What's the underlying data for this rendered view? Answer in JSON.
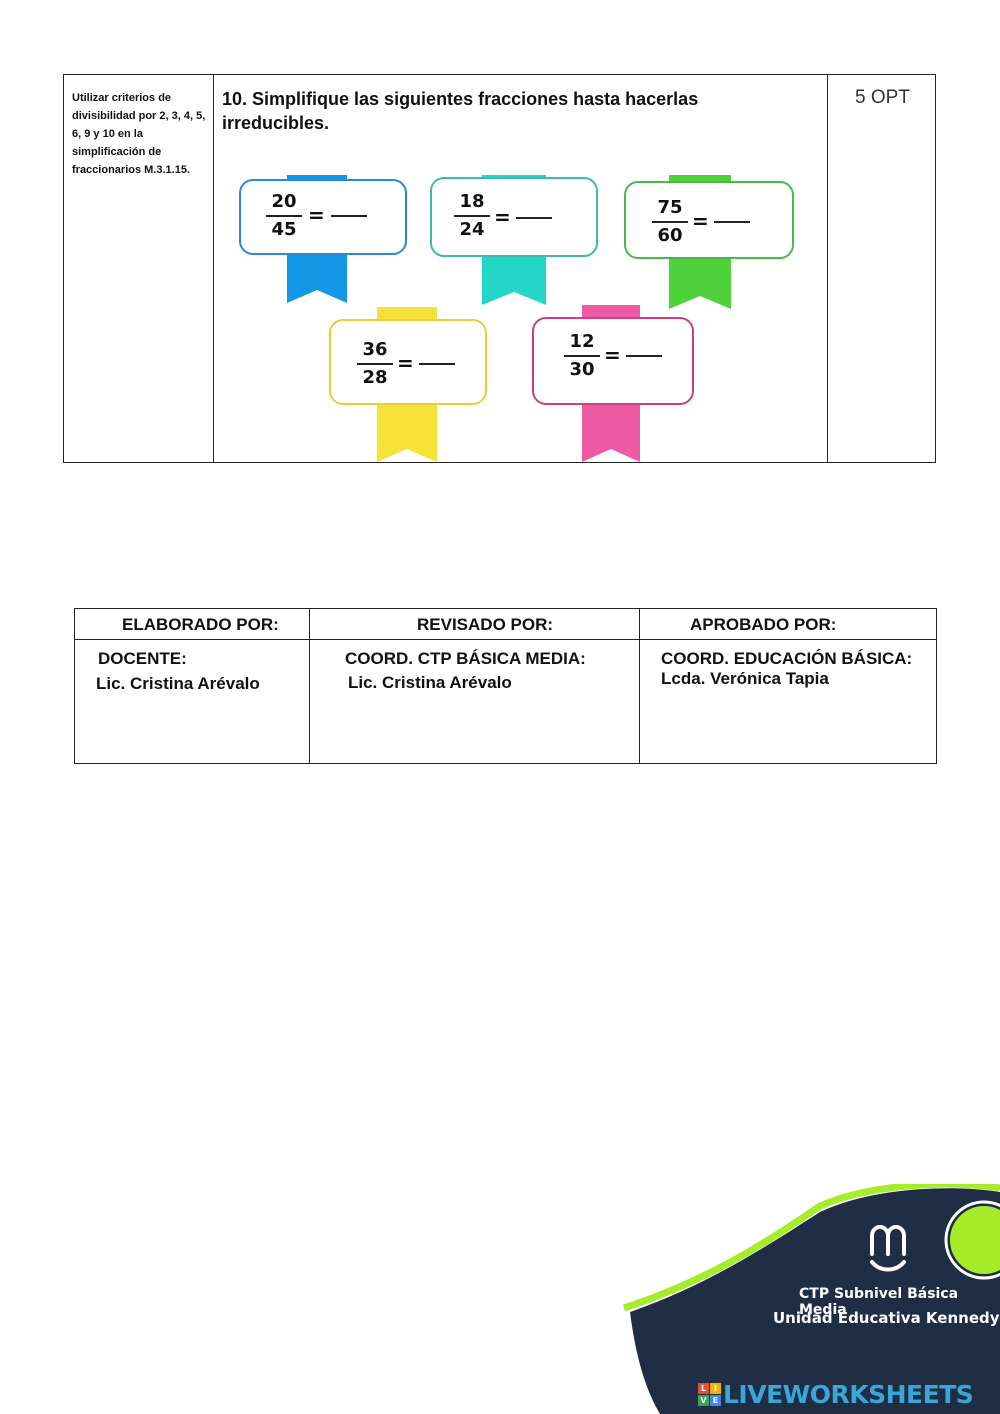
{
  "activity": {
    "criterion": "Utilizar criterios de divisibilidad por 2, 3, 4, 5, 6, 9 y 10 en la simplificación de fraccionarios  M.3.1.15.",
    "question": "10. Simplifique las siguientes fracciones hasta hacerlas irreducibles.",
    "score": "5 OPT",
    "fractions": [
      {
        "num": "20",
        "den": "45",
        "equals": "=",
        "color": "#2b8ad0",
        "ribbon": "#1597e8"
      },
      {
        "num": "18",
        "den": "24",
        "equals": "=",
        "color": "#3fb9b0",
        "ribbon": "#23d6c5"
      },
      {
        "num": "75",
        "den": "60",
        "equals": "=",
        "color": "#4cb84a",
        "ribbon": "#4fd13c"
      },
      {
        "num": "36",
        "den": "28",
        "equals": "=",
        "color": "#e7cf3a",
        "ribbon": "#f6e236"
      },
      {
        "num": "12",
        "den": "30",
        "equals": "=",
        "color": "#d23c82",
        "ribbon": "#ee5aa3"
      }
    ]
  },
  "signatures": {
    "headers": [
      "ELABORADO POR:",
      "REVISADO POR:",
      "APROBADO POR:"
    ],
    "roles": [
      "DOCENTE:",
      "COORD. CTP BÁSICA MEDIA:",
      "COORD. EDUCACIÓN BÁSICA:"
    ],
    "people": [
      "Lic. Cristina Arévalo",
      "Lic. Cristina Arévalo",
      "Lcda. Verónica Tapia"
    ]
  },
  "footer": {
    "line1": "CTP  Subnivel Básica Media",
    "line2": "Unidad Educativa Kennedy",
    "brand_letters": [
      "L",
      "I",
      "V",
      "E"
    ],
    "brand": "LIVEWORKSHEETS",
    "navy": "#1f2e45",
    "lime": "#a6ec2a"
  }
}
